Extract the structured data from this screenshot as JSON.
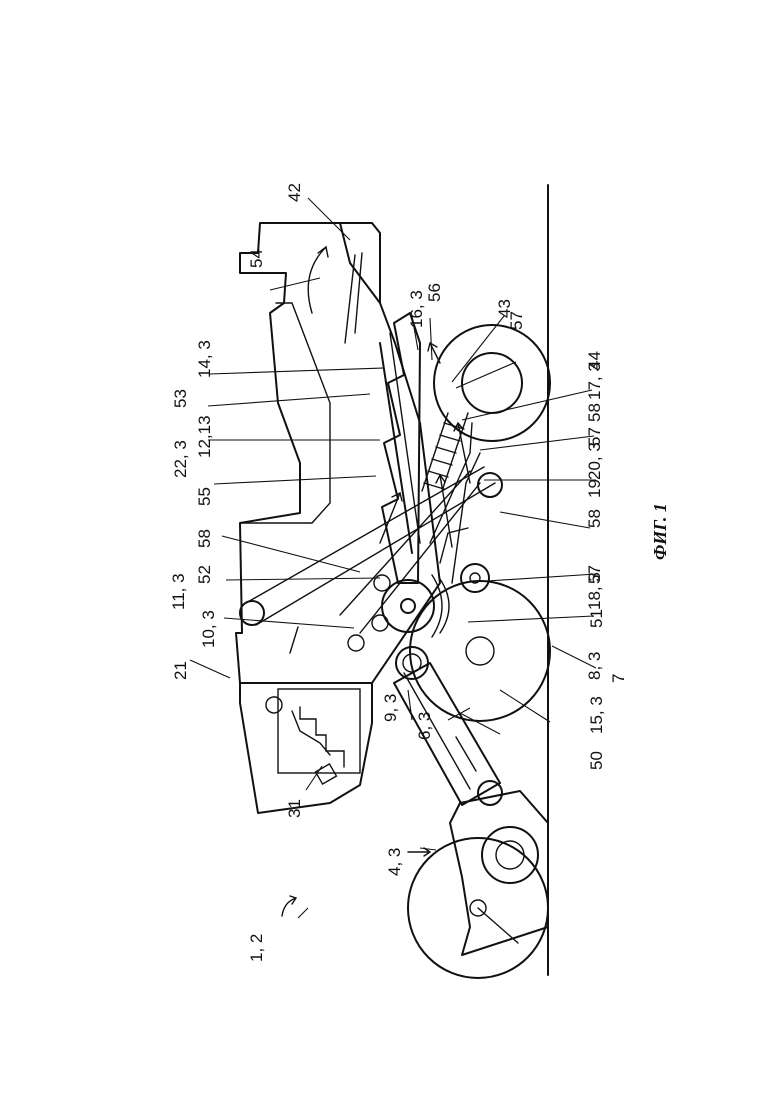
{
  "caption": "ФИГ. 1",
  "labels": [
    {
      "id": "l-1-2",
      "text": "1, 2"
    },
    {
      "id": "l-4-3",
      "text": "4, 3"
    },
    {
      "id": "l-31",
      "text": "31"
    },
    {
      "id": "l-6-3",
      "text": "6, 3"
    },
    {
      "id": "l-9-3",
      "text": "9, 3"
    },
    {
      "id": "l-50",
      "text": "50"
    },
    {
      "id": "l-15-3",
      "text": "15, 3"
    },
    {
      "id": "l-7",
      "text": "7"
    },
    {
      "id": "l-8-3",
      "text": "8, 3"
    },
    {
      "id": "l-51",
      "text": "51"
    },
    {
      "id": "l-18-3",
      "text": "18, 3"
    },
    {
      "id": "l-57a",
      "text": "57"
    },
    {
      "id": "l-58a",
      "text": "58"
    },
    {
      "id": "l-19",
      "text": "19"
    },
    {
      "id": "l-20-3",
      "text": "20, 3"
    },
    {
      "id": "l-57b",
      "text": "57"
    },
    {
      "id": "l-58b",
      "text": "58"
    },
    {
      "id": "l-17-3",
      "text": "17, 3"
    },
    {
      "id": "l-44",
      "text": "44"
    },
    {
      "id": "l-57c",
      "text": "57"
    },
    {
      "id": "l-43",
      "text": "43"
    },
    {
      "id": "l-56",
      "text": "56"
    },
    {
      "id": "l-16-3",
      "text": "16, 3"
    },
    {
      "id": "l-21",
      "text": "21"
    },
    {
      "id": "l-10-3",
      "text": "10, 3"
    },
    {
      "id": "l-11-3",
      "text": "11, 3"
    },
    {
      "id": "l-52",
      "text": "52"
    },
    {
      "id": "l-58c",
      "text": "58"
    },
    {
      "id": "l-55",
      "text": "55"
    },
    {
      "id": "l-22-3",
      "text": "22, 3"
    },
    {
      "id": "l-12-13",
      "text": "12,13"
    },
    {
      "id": "l-53",
      "text": "53"
    },
    {
      "id": "l-14-3",
      "text": "14, 3"
    },
    {
      "id": "l-54",
      "text": "54"
    },
    {
      "id": "l-42",
      "text": "42"
    }
  ]
}
